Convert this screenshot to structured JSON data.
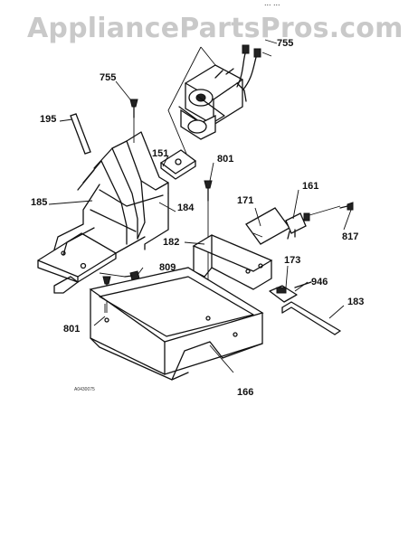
{
  "watermark": "AppliancePartsPros.com",
  "top_fragment": "... ...",
  "diagram_code": "A0430075",
  "callouts": {
    "c755_top": "755",
    "c755_left": "755",
    "c195": "195",
    "c151": "151",
    "c801_top": "801",
    "c161": "161",
    "c185": "185",
    "c184": "184",
    "c171": "171",
    "c817": "817",
    "c182": "182",
    "c809": "809",
    "c173": "173",
    "c946": "946",
    "c183": "183",
    "c801_bottom": "801",
    "c166": "166"
  }
}
